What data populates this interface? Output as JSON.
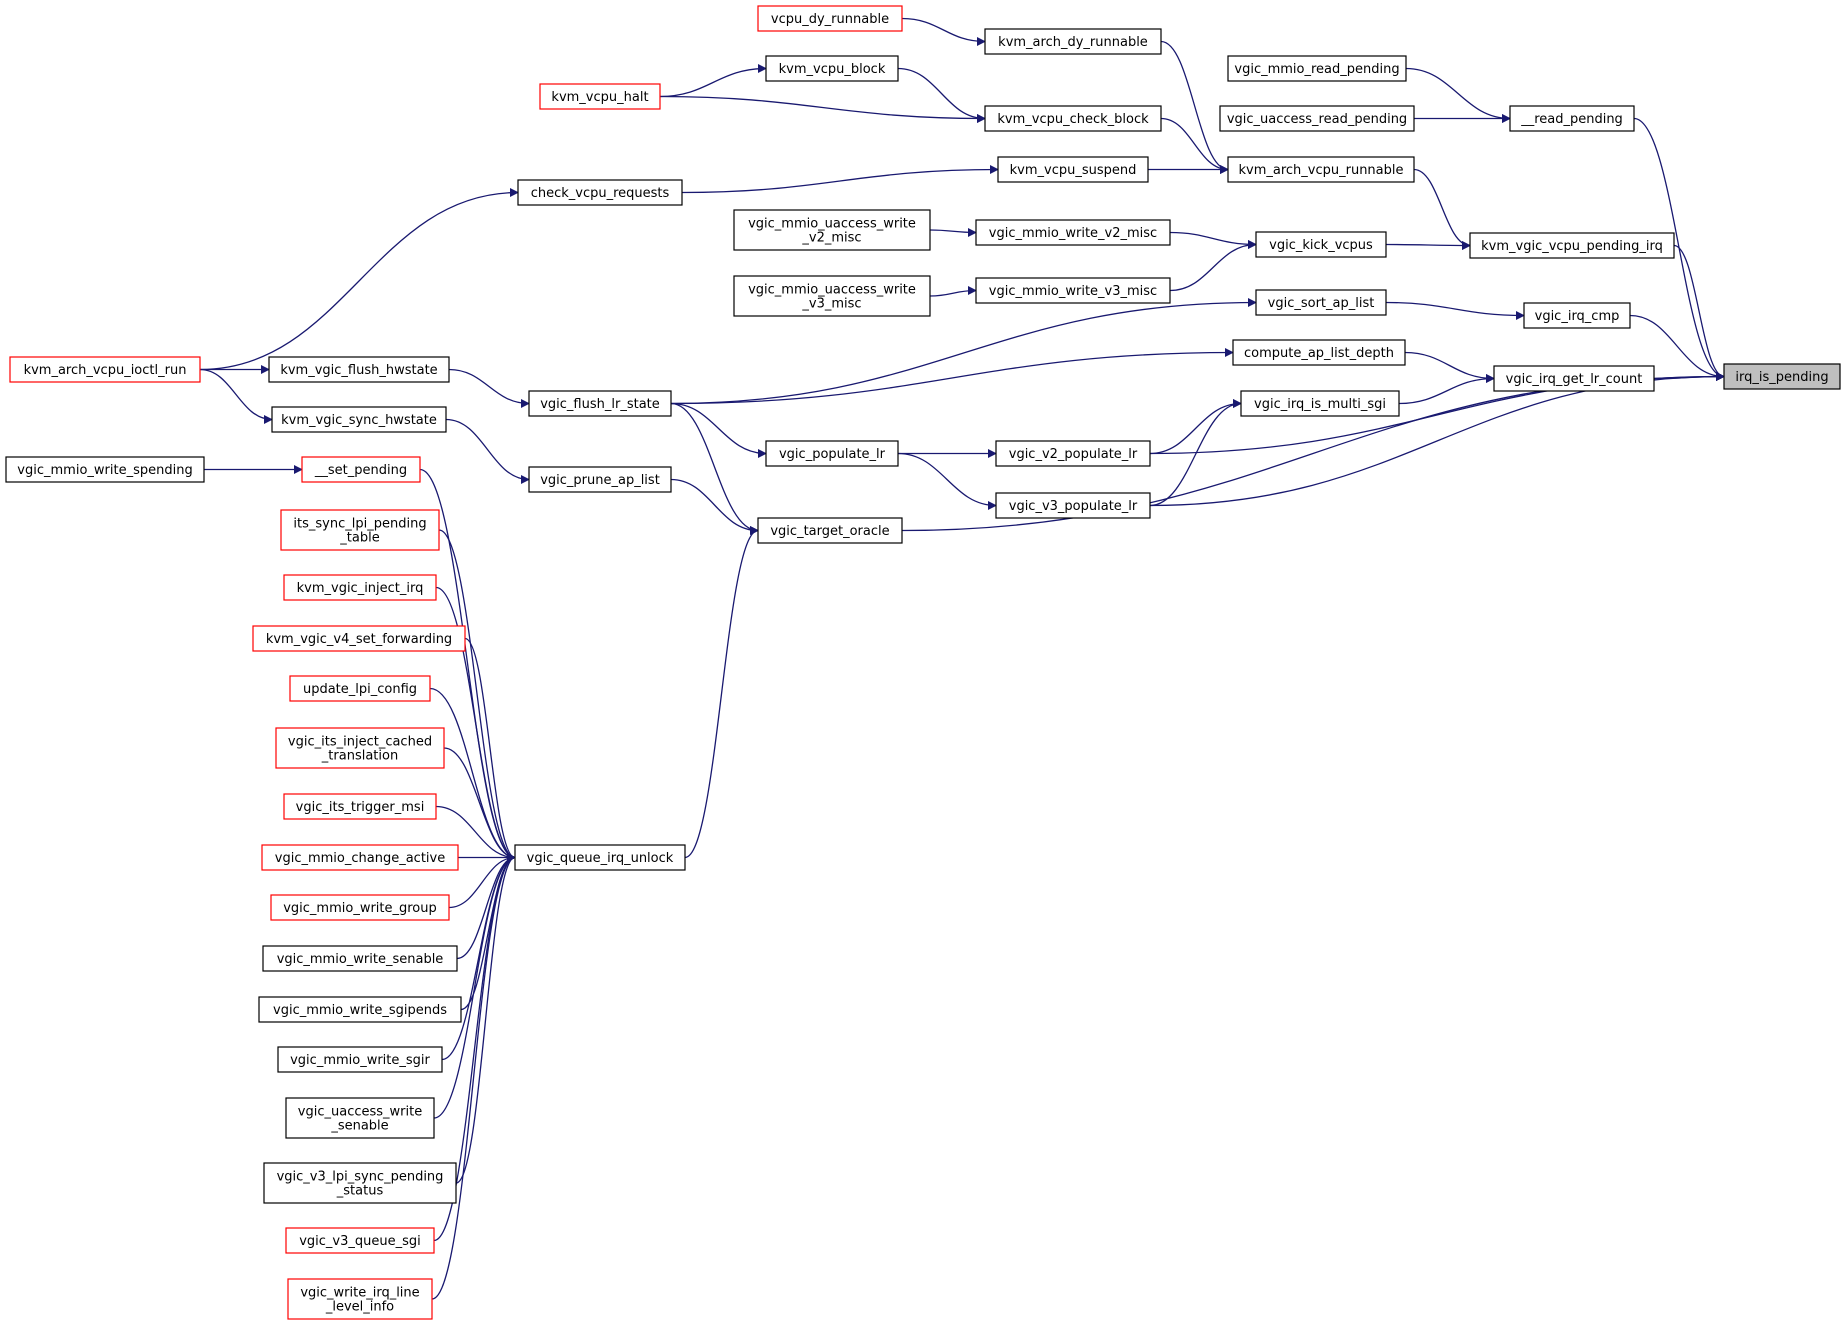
{
  "colors": {
    "edge": "#191970",
    "normal_border": "#000000",
    "truncated_border": "#ff0000",
    "root_fill": "#bfbfbf",
    "fill": "#ffffff"
  },
  "nodes": [
    {
      "id": "irq_is_pending",
      "lines": [
        "irq_is_pending"
      ],
      "style": "root"
    },
    {
      "id": "__read_pending",
      "lines": [
        "__read_pending"
      ],
      "style": "normal"
    },
    {
      "id": "vgic_mmio_read_pending",
      "lines": [
        "vgic_mmio_read_pending"
      ],
      "style": "normal"
    },
    {
      "id": "vgic_uaccess_read_pending",
      "lines": [
        "vgic_uaccess_read_pending"
      ],
      "style": "normal"
    },
    {
      "id": "kvm_vgic_vcpu_pending_irq",
      "lines": [
        "kvm_vgic_vcpu_pending_irq"
      ],
      "style": "normal"
    },
    {
      "id": "kvm_arch_vcpu_runnable",
      "lines": [
        "kvm_arch_vcpu_runnable"
      ],
      "style": "normal"
    },
    {
      "id": "kvm_arch_dy_runnable",
      "lines": [
        "kvm_arch_dy_runnable"
      ],
      "style": "normal"
    },
    {
      "id": "vcpu_dy_runnable",
      "lines": [
        "vcpu_dy_runnable"
      ],
      "style": "truncated"
    },
    {
      "id": "kvm_vcpu_check_block",
      "lines": [
        "kvm_vcpu_check_block"
      ],
      "style": "normal"
    },
    {
      "id": "kvm_vcpu_block",
      "lines": [
        "kvm_vcpu_block"
      ],
      "style": "normal"
    },
    {
      "id": "kvm_vcpu_halt",
      "lines": [
        "kvm_vcpu_halt"
      ],
      "style": "truncated"
    },
    {
      "id": "kvm_vcpu_suspend",
      "lines": [
        "kvm_vcpu_suspend"
      ],
      "style": "normal"
    },
    {
      "id": "check_vcpu_requests",
      "lines": [
        "check_vcpu_requests"
      ],
      "style": "normal"
    },
    {
      "id": "kvm_arch_vcpu_ioctl_run",
      "lines": [
        "kvm_arch_vcpu_ioctl_run"
      ],
      "style": "truncated"
    },
    {
      "id": "vgic_kick_vcpus",
      "lines": [
        "vgic_kick_vcpus"
      ],
      "style": "normal"
    },
    {
      "id": "vgic_mmio_write_v2_misc",
      "lines": [
        "vgic_mmio_write_v2_misc"
      ],
      "style": "normal"
    },
    {
      "id": "vgic_mmio_uaccess_write_v2_misc",
      "lines": [
        "vgic_mmio_uaccess_write",
        "_v2_misc"
      ],
      "style": "normal"
    },
    {
      "id": "vgic_mmio_write_v3_misc",
      "lines": [
        "vgic_mmio_write_v3_misc"
      ],
      "style": "normal"
    },
    {
      "id": "vgic_mmio_uaccess_write_v3_misc",
      "lines": [
        "vgic_mmio_uaccess_write",
        "_v3_misc"
      ],
      "style": "normal"
    },
    {
      "id": "vgic_irq_cmp",
      "lines": [
        "vgic_irq_cmp"
      ],
      "style": "normal"
    },
    {
      "id": "vgic_sort_ap_list",
      "lines": [
        "vgic_sort_ap_list"
      ],
      "style": "normal"
    },
    {
      "id": "vgic_irq_get_lr_count",
      "lines": [
        "vgic_irq_get_lr_count"
      ],
      "style": "normal"
    },
    {
      "id": "compute_ap_list_depth",
      "lines": [
        "compute_ap_list_depth"
      ],
      "style": "normal"
    },
    {
      "id": "vgic_irq_is_multi_sgi",
      "lines": [
        "vgic_irq_is_multi_sgi"
      ],
      "style": "normal"
    },
    {
      "id": "vgic_flush_lr_state",
      "lines": [
        "vgic_flush_lr_state"
      ],
      "style": "normal"
    },
    {
      "id": "kvm_vgic_flush_hwstate",
      "lines": [
        "kvm_vgic_flush_hwstate"
      ],
      "style": "normal"
    },
    {
      "id": "kvm_vgic_sync_hwstate",
      "lines": [
        "kvm_vgic_sync_hwstate"
      ],
      "style": "normal"
    },
    {
      "id": "vgic_v2_populate_lr",
      "lines": [
        "vgic_v2_populate_lr"
      ],
      "style": "normal"
    },
    {
      "id": "vgic_populate_lr",
      "lines": [
        "vgic_populate_lr"
      ],
      "style": "normal"
    },
    {
      "id": "vgic_v3_populate_lr",
      "lines": [
        "vgic_v3_populate_lr"
      ],
      "style": "normal"
    },
    {
      "id": "vgic_prune_ap_list",
      "lines": [
        "vgic_prune_ap_list"
      ],
      "style": "normal"
    },
    {
      "id": "vgic_target_oracle",
      "lines": [
        "vgic_target_oracle"
      ],
      "style": "normal"
    },
    {
      "id": "vgic_queue_irq_unlock",
      "lines": [
        "vgic_queue_irq_unlock"
      ],
      "style": "normal"
    },
    {
      "id": "vgic_mmio_write_spending",
      "lines": [
        "vgic_mmio_write_spending"
      ],
      "style": "normal"
    },
    {
      "id": "__set_pending",
      "lines": [
        "__set_pending"
      ],
      "style": "truncated"
    },
    {
      "id": "its_sync_lpi_pending_table",
      "lines": [
        "its_sync_lpi_pending",
        "_table"
      ],
      "style": "truncated"
    },
    {
      "id": "kvm_vgic_inject_irq",
      "lines": [
        "kvm_vgic_inject_irq"
      ],
      "style": "truncated"
    },
    {
      "id": "kvm_vgic_v4_set_forwarding",
      "lines": [
        "kvm_vgic_v4_set_forwarding"
      ],
      "style": "truncated"
    },
    {
      "id": "update_lpi_config",
      "lines": [
        "update_lpi_config"
      ],
      "style": "truncated"
    },
    {
      "id": "vgic_its_inject_cached_translation",
      "lines": [
        "vgic_its_inject_cached",
        "_translation"
      ],
      "style": "truncated"
    },
    {
      "id": "vgic_its_trigger_msi",
      "lines": [
        "vgic_its_trigger_msi"
      ],
      "style": "truncated"
    },
    {
      "id": "vgic_mmio_change_active",
      "lines": [
        "vgic_mmio_change_active"
      ],
      "style": "truncated"
    },
    {
      "id": "vgic_mmio_write_group",
      "lines": [
        "vgic_mmio_write_group"
      ],
      "style": "truncated"
    },
    {
      "id": "vgic_mmio_write_senable",
      "lines": [
        "vgic_mmio_write_senable"
      ],
      "style": "normal"
    },
    {
      "id": "vgic_mmio_write_sgipends",
      "lines": [
        "vgic_mmio_write_sgipends"
      ],
      "style": "normal"
    },
    {
      "id": "vgic_mmio_write_sgir",
      "lines": [
        "vgic_mmio_write_sgir"
      ],
      "style": "normal"
    },
    {
      "id": "vgic_uaccess_write_senable",
      "lines": [
        "vgic_uaccess_write",
        "_senable"
      ],
      "style": "normal"
    },
    {
      "id": "vgic_v3_lpi_sync_pending_status",
      "lines": [
        "vgic_v3_lpi_sync_pending",
        "_status"
      ],
      "style": "normal"
    },
    {
      "id": "vgic_v3_queue_sgi",
      "lines": [
        "vgic_v3_queue_sgi"
      ],
      "style": "truncated"
    },
    {
      "id": "vgic_write_irq_line_level_info",
      "lines": [
        "vgic_write_irq_line",
        "_level_info"
      ],
      "style": "truncated"
    }
  ],
  "edges": [
    {
      "from": "__read_pending",
      "to": "irq_is_pending"
    },
    {
      "from": "vgic_mmio_read_pending",
      "to": "__read_pending"
    },
    {
      "from": "vgic_uaccess_read_pending",
      "to": "__read_pending"
    },
    {
      "from": "kvm_vgic_vcpu_pending_irq",
      "to": "irq_is_pending"
    },
    {
      "from": "kvm_arch_vcpu_runnable",
      "to": "kvm_vgic_vcpu_pending_irq"
    },
    {
      "from": "kvm_arch_dy_runnable",
      "to": "kvm_arch_vcpu_runnable"
    },
    {
      "from": "vcpu_dy_runnable",
      "to": "kvm_arch_dy_runnable"
    },
    {
      "from": "kvm_vcpu_check_block",
      "to": "kvm_arch_vcpu_runnable"
    },
    {
      "from": "kvm_vcpu_block",
      "to": "kvm_vcpu_check_block"
    },
    {
      "from": "kvm_vcpu_halt",
      "to": "kvm_vcpu_block"
    },
    {
      "from": "kvm_vcpu_halt",
      "to": "kvm_vcpu_check_block"
    },
    {
      "from": "kvm_vcpu_suspend",
      "to": "kvm_arch_vcpu_runnable"
    },
    {
      "from": "check_vcpu_requests",
      "to": "kvm_vcpu_suspend"
    },
    {
      "from": "kvm_arch_vcpu_ioctl_run",
      "to": "check_vcpu_requests"
    },
    {
      "from": "vgic_kick_vcpus",
      "to": "kvm_vgic_vcpu_pending_irq"
    },
    {
      "from": "vgic_mmio_write_v2_misc",
      "to": "vgic_kick_vcpus"
    },
    {
      "from": "vgic_mmio_uaccess_write_v2_misc",
      "to": "vgic_mmio_write_v2_misc"
    },
    {
      "from": "vgic_mmio_write_v3_misc",
      "to": "vgic_kick_vcpus"
    },
    {
      "from": "vgic_mmio_uaccess_write_v3_misc",
      "to": "vgic_mmio_write_v3_misc"
    },
    {
      "from": "vgic_irq_cmp",
      "to": "irq_is_pending"
    },
    {
      "from": "vgic_sort_ap_list",
      "to": "vgic_irq_cmp"
    },
    {
      "from": "vgic_flush_lr_state",
      "to": "vgic_sort_ap_list"
    },
    {
      "from": "vgic_irq_get_lr_count",
      "to": "irq_is_pending"
    },
    {
      "from": "compute_ap_list_depth",
      "to": "vgic_irq_get_lr_count"
    },
    {
      "from": "vgic_irq_is_multi_sgi",
      "to": "vgic_irq_get_lr_count"
    },
    {
      "from": "vgic_flush_lr_state",
      "to": "compute_ap_list_depth"
    },
    {
      "from": "vgic_v2_populate_lr",
      "to": "irq_is_pending"
    },
    {
      "from": "vgic_v2_populate_lr",
      "to": "vgic_irq_is_multi_sgi"
    },
    {
      "from": "vgic_v3_populate_lr",
      "to": "irq_is_pending"
    },
    {
      "from": "vgic_v3_populate_lr",
      "to": "vgic_irq_is_multi_sgi"
    },
    {
      "from": "vgic_populate_lr",
      "to": "vgic_v2_populate_lr"
    },
    {
      "from": "vgic_populate_lr",
      "to": "vgic_v3_populate_lr"
    },
    {
      "from": "vgic_flush_lr_state",
      "to": "vgic_populate_lr"
    },
    {
      "from": "kvm_vgic_flush_hwstate",
      "to": "vgic_flush_lr_state"
    },
    {
      "from": "kvm_arch_vcpu_ioctl_run",
      "to": "kvm_vgic_flush_hwstate"
    },
    {
      "from": "kvm_arch_vcpu_ioctl_run",
      "to": "kvm_vgic_sync_hwstate"
    },
    {
      "from": "kvm_vgic_sync_hwstate",
      "to": "vgic_prune_ap_list"
    },
    {
      "from": "vgic_target_oracle",
      "to": "irq_is_pending"
    },
    {
      "from": "vgic_flush_lr_state",
      "to": "vgic_target_oracle"
    },
    {
      "from": "vgic_prune_ap_list",
      "to": "vgic_target_oracle"
    },
    {
      "from": "vgic_queue_irq_unlock",
      "to": "vgic_target_oracle"
    },
    {
      "from": "vgic_mmio_write_spending",
      "to": "__set_pending"
    },
    {
      "from": "__set_pending",
      "to": "vgic_queue_irq_unlock"
    },
    {
      "from": "its_sync_lpi_pending_table",
      "to": "vgic_queue_irq_unlock"
    },
    {
      "from": "kvm_vgic_inject_irq",
      "to": "vgic_queue_irq_unlock"
    },
    {
      "from": "kvm_vgic_v4_set_forwarding",
      "to": "vgic_queue_irq_unlock"
    },
    {
      "from": "update_lpi_config",
      "to": "vgic_queue_irq_unlock"
    },
    {
      "from": "vgic_its_inject_cached_translation",
      "to": "vgic_queue_irq_unlock"
    },
    {
      "from": "vgic_its_trigger_msi",
      "to": "vgic_queue_irq_unlock"
    },
    {
      "from": "vgic_mmio_change_active",
      "to": "vgic_queue_irq_unlock"
    },
    {
      "from": "vgic_mmio_write_group",
      "to": "vgic_queue_irq_unlock"
    },
    {
      "from": "vgic_mmio_write_senable",
      "to": "vgic_queue_irq_unlock"
    },
    {
      "from": "vgic_mmio_write_sgipends",
      "to": "vgic_queue_irq_unlock"
    },
    {
      "from": "vgic_mmio_write_sgir",
      "to": "vgic_queue_irq_unlock"
    },
    {
      "from": "vgic_uaccess_write_senable",
      "to": "vgic_queue_irq_unlock"
    },
    {
      "from": "vgic_v3_lpi_sync_pending_status",
      "to": "vgic_queue_irq_unlock"
    },
    {
      "from": "vgic_v3_queue_sgi",
      "to": "vgic_queue_irq_unlock"
    },
    {
      "from": "vgic_write_irq_line_level_info",
      "to": "vgic_queue_irq_unlock"
    }
  ]
}
